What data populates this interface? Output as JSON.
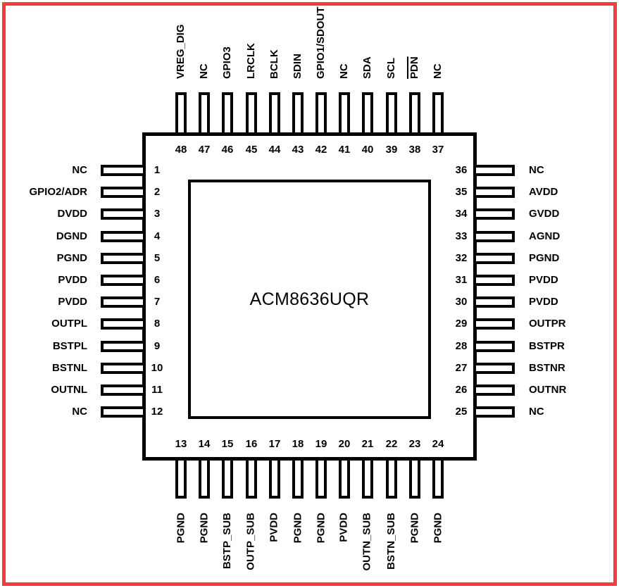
{
  "colors": {
    "frame_border": "#f43b3e",
    "line": "#000000",
    "text": "#000000",
    "background": "#ffffff"
  },
  "chip": {
    "part_number": "ACM8636UQR"
  },
  "pins": {
    "top": [
      {
        "num": "48",
        "label": "VREG_DIG"
      },
      {
        "num": "47",
        "label": "NC"
      },
      {
        "num": "46",
        "label": "GPIO3"
      },
      {
        "num": "45",
        "label": "LRCLK"
      },
      {
        "num": "44",
        "label": "BCLK"
      },
      {
        "num": "43",
        "label": "SDIN"
      },
      {
        "num": "42",
        "label": "GPIO1/SDOUT"
      },
      {
        "num": "41",
        "label": "NC"
      },
      {
        "num": "40",
        "label": "SDA"
      },
      {
        "num": "39",
        "label": "SCL"
      },
      {
        "num": "38",
        "label": "PDN",
        "overline": true
      },
      {
        "num": "37",
        "label": "NC"
      }
    ],
    "left": [
      {
        "num": "1",
        "label": "NC"
      },
      {
        "num": "2",
        "label": "GPIO2/ADR"
      },
      {
        "num": "3",
        "label": "DVDD"
      },
      {
        "num": "4",
        "label": "DGND"
      },
      {
        "num": "5",
        "label": "PGND"
      },
      {
        "num": "6",
        "label": "PVDD"
      },
      {
        "num": "7",
        "label": "PVDD"
      },
      {
        "num": "8",
        "label": "OUTPL"
      },
      {
        "num": "9",
        "label": "BSTPL"
      },
      {
        "num": "10",
        "label": "BSTNL"
      },
      {
        "num": "11",
        "label": "OUTNL"
      },
      {
        "num": "12",
        "label": "NC"
      }
    ],
    "right": [
      {
        "num": "36",
        "label": "NC"
      },
      {
        "num": "35",
        "label": "AVDD"
      },
      {
        "num": "34",
        "label": "GVDD"
      },
      {
        "num": "33",
        "label": "AGND"
      },
      {
        "num": "32",
        "label": "PGND"
      },
      {
        "num": "31",
        "label": "PVDD"
      },
      {
        "num": "30",
        "label": "PVDD"
      },
      {
        "num": "29",
        "label": "OUTPR"
      },
      {
        "num": "28",
        "label": "BSTPR"
      },
      {
        "num": "27",
        "label": "BSTNR"
      },
      {
        "num": "26",
        "label": "OUTNR"
      },
      {
        "num": "25",
        "label": "NC"
      }
    ],
    "bottom": [
      {
        "num": "13",
        "label": "PGND"
      },
      {
        "num": "14",
        "label": "PGND"
      },
      {
        "num": "15",
        "label": "BSTP_SUB"
      },
      {
        "num": "16",
        "label": "OUTP_SUB"
      },
      {
        "num": "17",
        "label": "PVDD"
      },
      {
        "num": "18",
        "label": "PGND"
      },
      {
        "num": "19",
        "label": "PGND"
      },
      {
        "num": "20",
        "label": "PVDD"
      },
      {
        "num": "21",
        "label": "OUTN_SUB"
      },
      {
        "num": "22",
        "label": "BSTN_SUB"
      },
      {
        "num": "23",
        "label": "PGND"
      },
      {
        "num": "24",
        "label": "PGND"
      }
    ]
  }
}
